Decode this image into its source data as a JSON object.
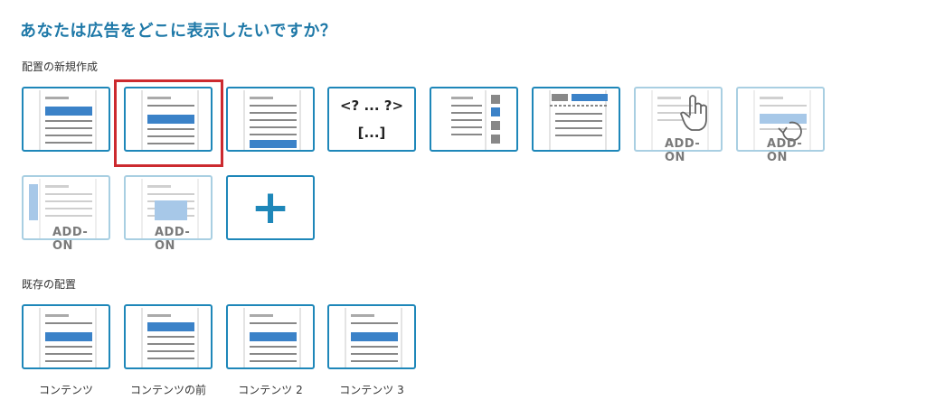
{
  "page": {
    "title": "あなたは広告をどこに表示したいですか？"
  },
  "new_placement": {
    "label": "配置の新規作成",
    "code_tile": {
      "line1": "<? ... ?>",
      "line2": "[...]"
    },
    "addon_label": "ADD-ON"
  },
  "existing_placement": {
    "label": "既存の配置",
    "items": [
      {
        "caption": "コンテンツ"
      },
      {
        "caption": "コンテンツの前"
      },
      {
        "caption": "コンテンツ 2"
      },
      {
        "caption": "コンテンツ 3"
      }
    ]
  },
  "colors": {
    "accent": "#1e87b9",
    "title": "#1f79a8",
    "ad_block": "#3b82c8",
    "selected_border": "#cc2a2f"
  }
}
